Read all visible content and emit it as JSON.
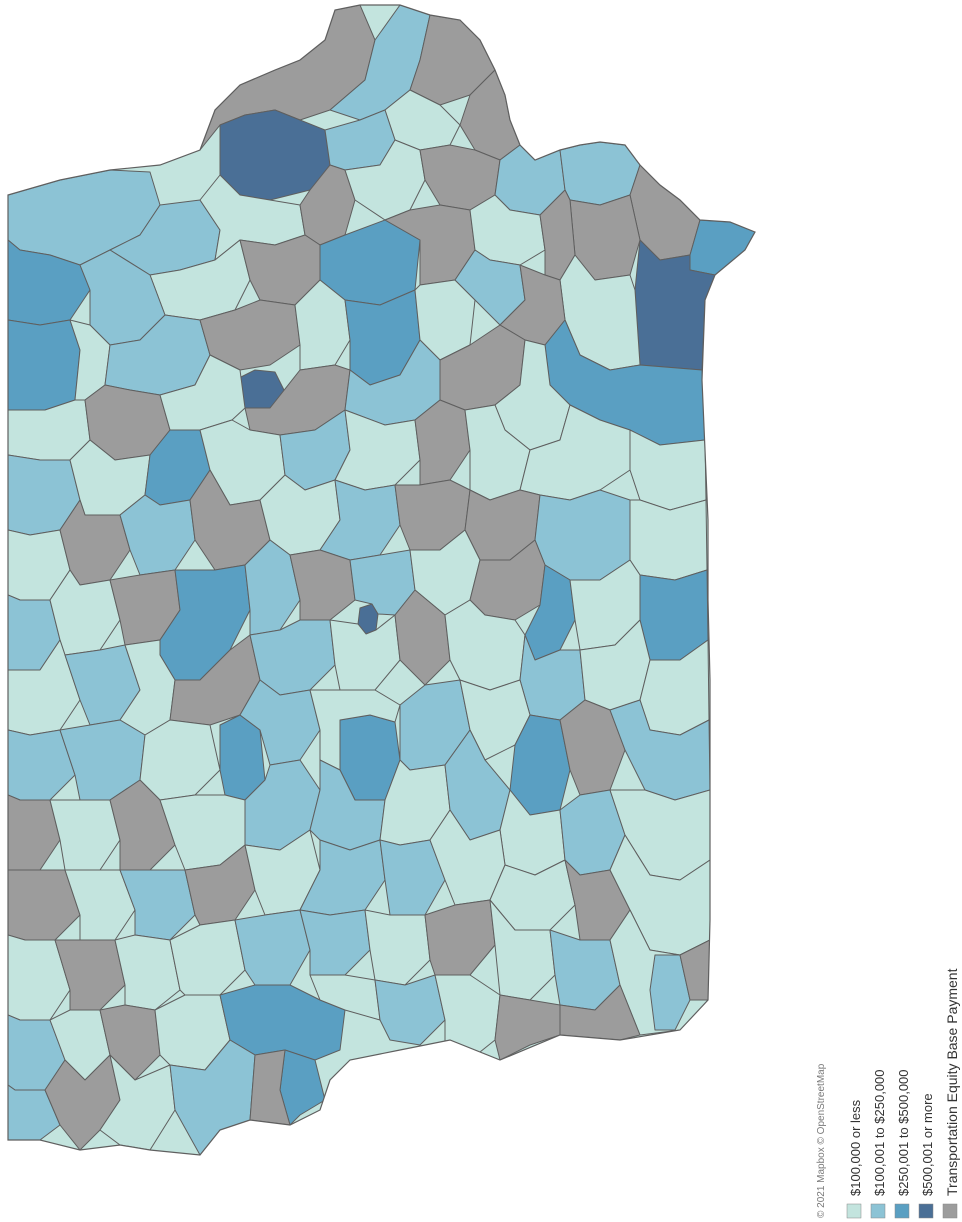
{
  "map": {
    "attribution": "© 2021 Mapbox © OpenStreetMap",
    "legend": {
      "title": "Transportation Equity Base Payment",
      "items": [
        {
          "label": "$100,000 or less",
          "color": "#c3e4de"
        },
        {
          "label": "$100,001 to $250,000",
          "color": "#8cc3d5"
        },
        {
          "label": "$250,001 to $500,000",
          "color": "#5a9fc2"
        },
        {
          "label": "$500,001 or more",
          "color": "#4a6f96"
        }
      ]
    },
    "no_data_color": "#9c9c9c",
    "border_color": "#5f5f5f"
  }
}
